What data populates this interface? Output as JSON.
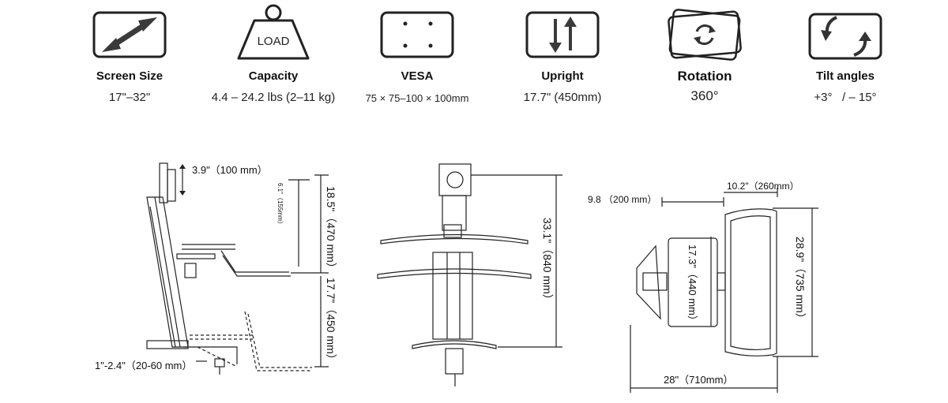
{
  "specs": [
    {
      "title": "Screen Size",
      "value": "17\"–32\"",
      "icon": "diagonal-arrow-icon"
    },
    {
      "title": "Capacity",
      "value": "4.4 – 24.2 lbs (2–11 kg)",
      "icon": "load-weight-icon",
      "icon_text": "LOAD"
    },
    {
      "title": "VESA",
      "value": "75 × 75–100 × 100mm",
      "icon": "vesa-pattern-icon"
    },
    {
      "title": "Upright",
      "value": "17.7\" (450mm)",
      "icon": "up-down-arrows-icon"
    },
    {
      "title": "Rotation",
      "value": "360°",
      "icon": "rotation-icon"
    },
    {
      "title": "Tilt angles",
      "value": "+3°   / – 15°",
      "icon": "tilt-icon"
    }
  ],
  "side_view": {
    "top_travel": "3.9\"（100 mm）",
    "shelf_gap": "6.1\"（155mm）",
    "upper_height": "18.5\"（470 mm）",
    "lower_height": "17.7\"（450 mm）",
    "clamp_range": "1\"-2.4\"（20-60 mm）"
  },
  "front_view": {
    "total_height": "33.1\"（840 mm）"
  },
  "top_view": {
    "tray_depth": "10.2\"（260mm）",
    "arm_depth": "9.8 （200 mm）",
    "keyboard_depth": "17.3\"（440 mm）",
    "width": "28.9\"（735 mm）",
    "total_depth": "28\"（710mm）"
  }
}
